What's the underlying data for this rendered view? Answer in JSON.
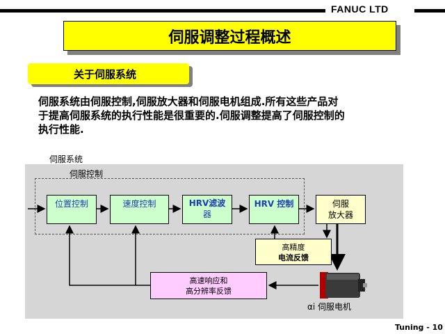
{
  "header": {
    "company": "FANUC LTD"
  },
  "title": "伺服调整过程概述",
  "section_tab": "关于伺服系统",
  "paragraph": {
    "line1": "伺服系统由伺服控制,伺服放大器和伺服电机组成.所有这些产品对",
    "line2": "于提高伺服系统的执行性能是很重要的.伺服调整提高了伺服控制的",
    "line3": "执行性能."
  },
  "diagram": {
    "system_label": "伺服系统",
    "control_label": "伺服控制",
    "blocks": {
      "position": "位置控制",
      "velocity": "速度控制",
      "hrv_filter_1": "HRV滤波",
      "hrv_filter_2": "器",
      "hrv_control": "HRV 控制",
      "amp_1": "伺服",
      "amp_2": "放大器",
      "current_fb_1": "高精度",
      "current_fb_2": "电流反馈",
      "resp_1": "高速响应和",
      "resp_2": "高分辨率反馈"
    },
    "motor_label": "αi 伺服电机"
  },
  "footer": {
    "page": "Tuning - 10"
  }
}
